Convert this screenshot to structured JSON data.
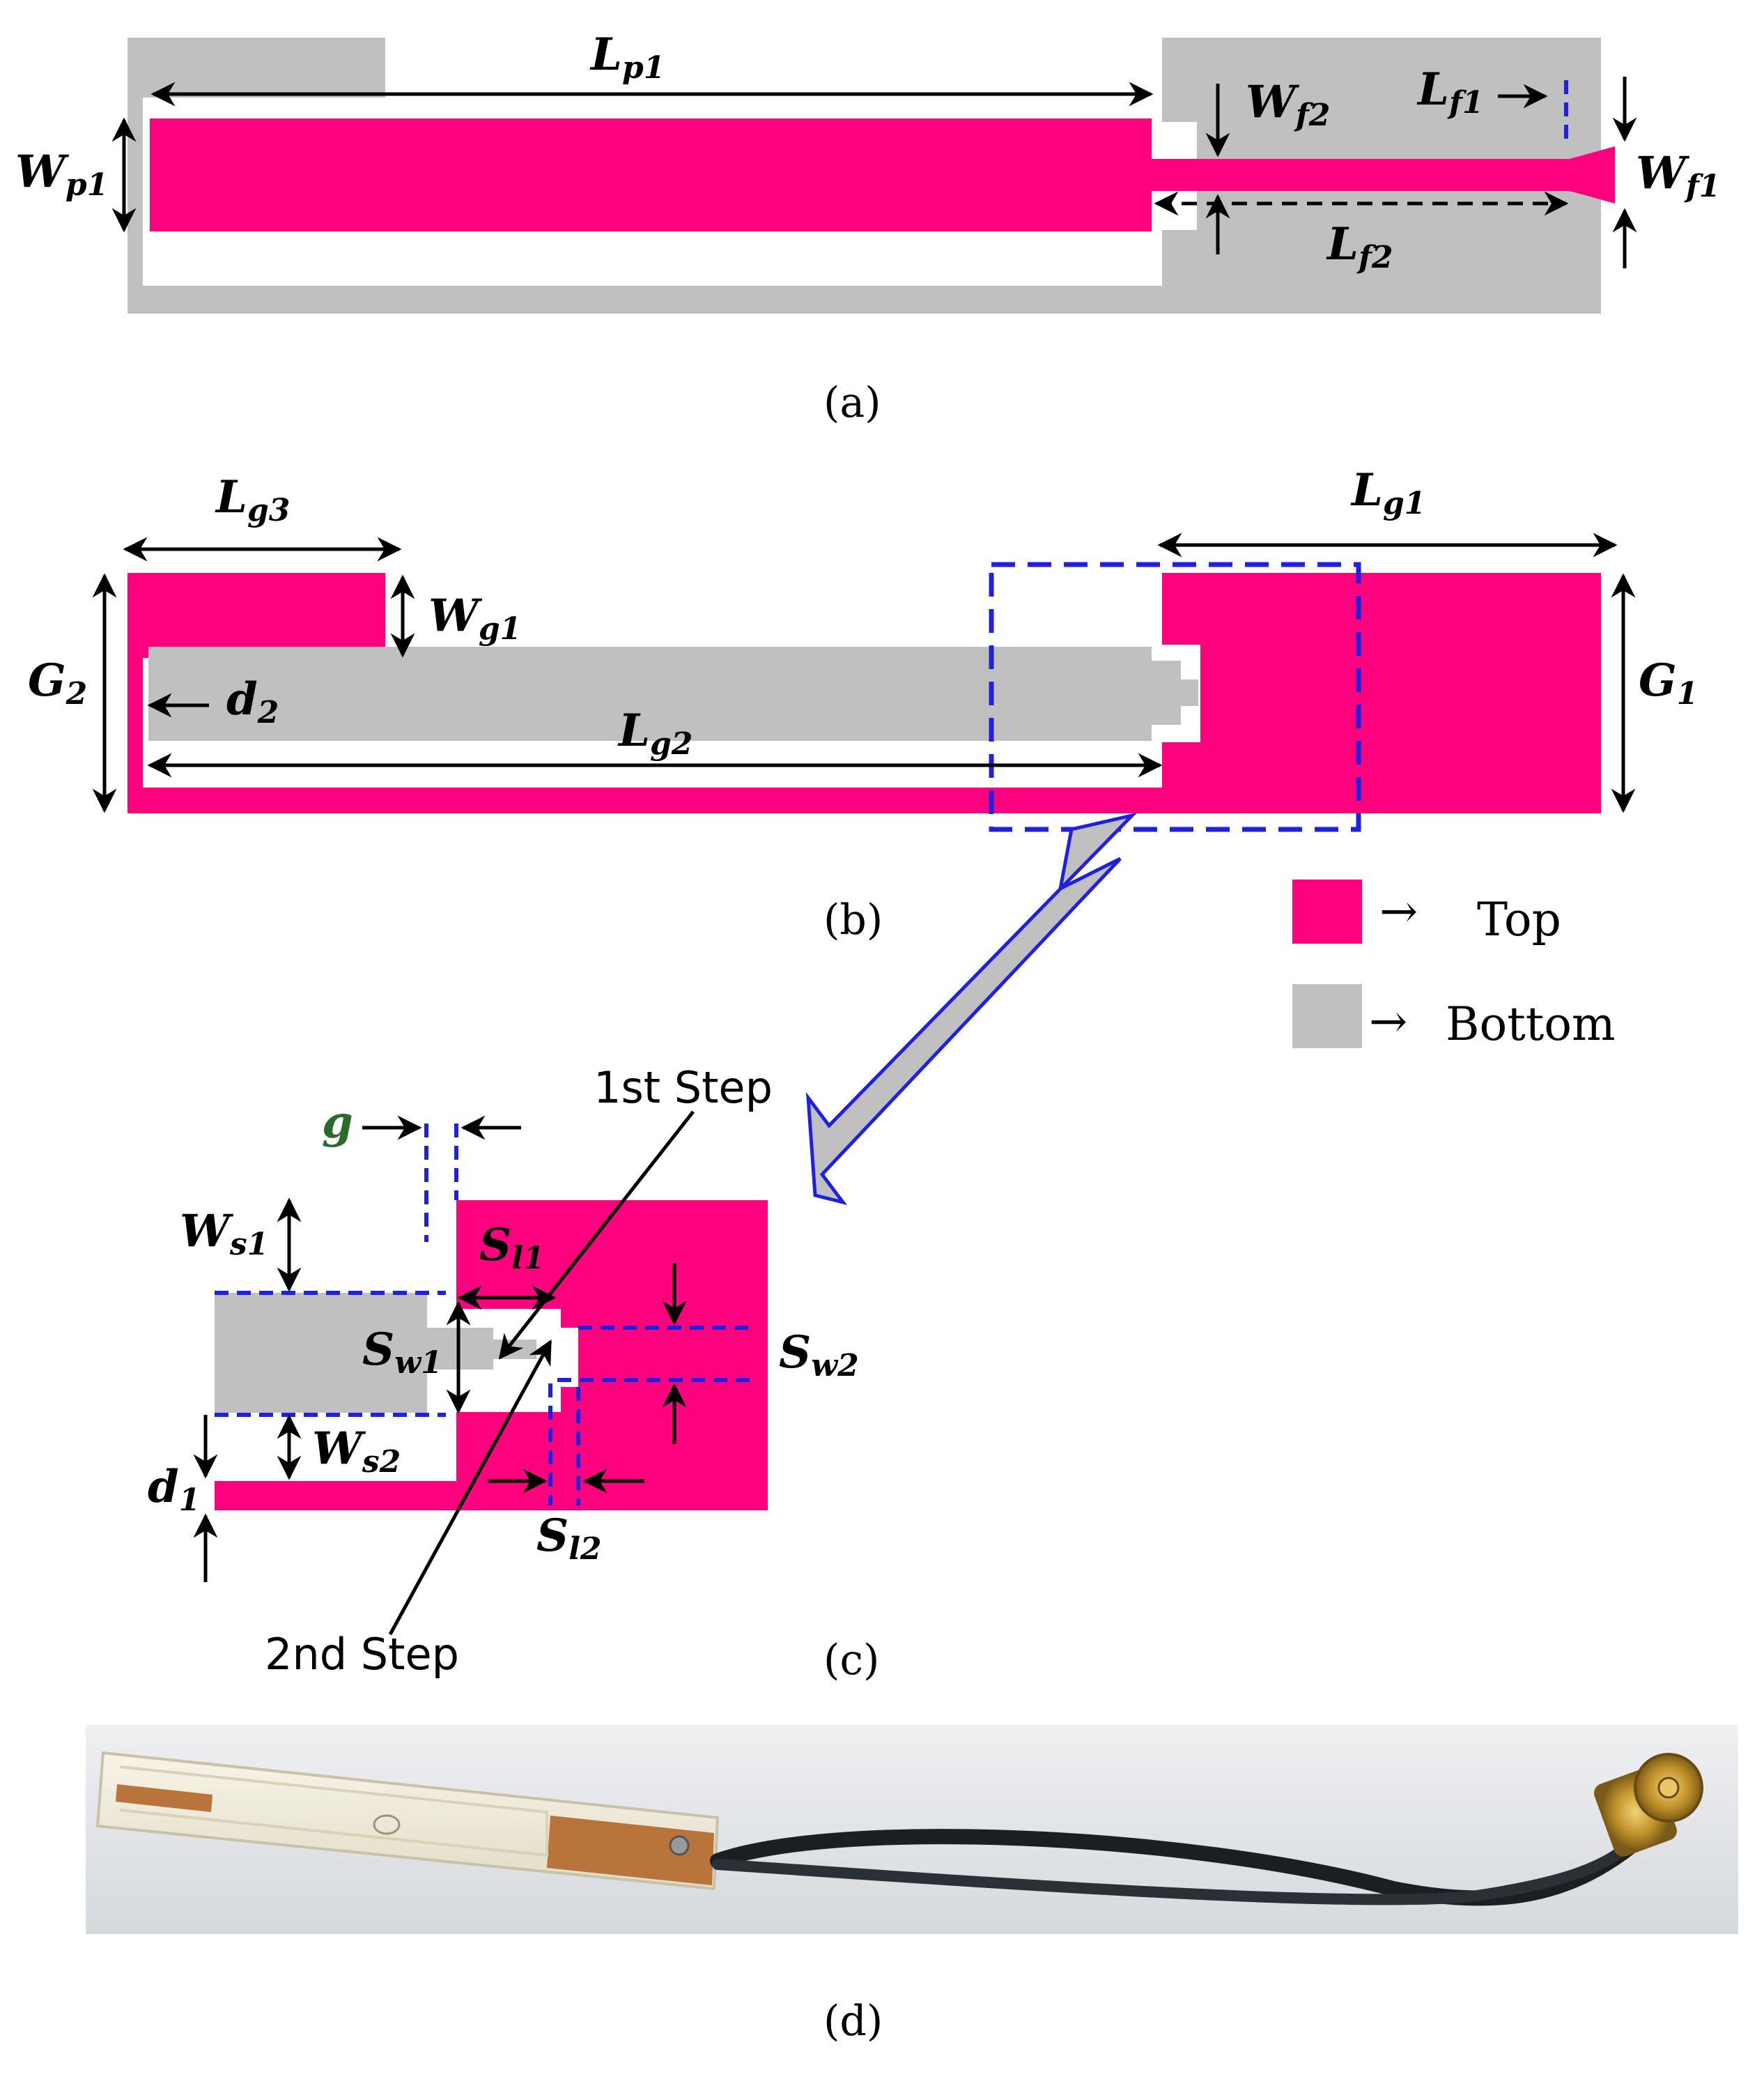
{
  "captions": {
    "a": "(a)",
    "b": "(b)",
    "c": "(c)",
    "d": "(d)"
  },
  "legend": {
    "top": "Top",
    "bottom": "Bottom",
    "arrow": "→"
  },
  "colors": {
    "top_layer": "#ff007f",
    "bottom_layer": "#c0c0c0",
    "highlight": "#2020e0"
  },
  "labels_a": {
    "Lp1": {
      "main": "L",
      "sub": "p1"
    },
    "Wp1": {
      "main": "W",
      "sub": "p1"
    },
    "Wf2": {
      "main": "W",
      "sub": "f2"
    },
    "Lf1": {
      "main": "L",
      "sub": "f1"
    },
    "Wf1": {
      "main": "W",
      "sub": "f1"
    },
    "Lf2": {
      "main": "L",
      "sub": "f2"
    }
  },
  "labels_b": {
    "Lg3": {
      "main": "L",
      "sub": "g3"
    },
    "Lg1": {
      "main": "L",
      "sub": "g1"
    },
    "Wg1": {
      "main": "W",
      "sub": "g1"
    },
    "G2": {
      "main": "G",
      "sub": "2"
    },
    "G1": {
      "main": "G",
      "sub": "1"
    },
    "d2": {
      "main": "d",
      "sub": "2"
    },
    "Lg2": {
      "main": "L",
      "sub": "g2"
    }
  },
  "labels_c": {
    "g": "g",
    "first_step": "1st Step",
    "second_step": "2nd Step",
    "Ws1": {
      "main": "W",
      "sub": "s1"
    },
    "Ws2": {
      "main": "W",
      "sub": "s2"
    },
    "Sl1": {
      "main": "S",
      "sub": "l1"
    },
    "Sl2": {
      "main": "S",
      "sub": "l2"
    },
    "Sw1": {
      "main": "S",
      "sub": "w1"
    },
    "Sw2": {
      "main": "S",
      "sub": "w2"
    },
    "d1": {
      "main": "d",
      "sub": "1"
    }
  }
}
